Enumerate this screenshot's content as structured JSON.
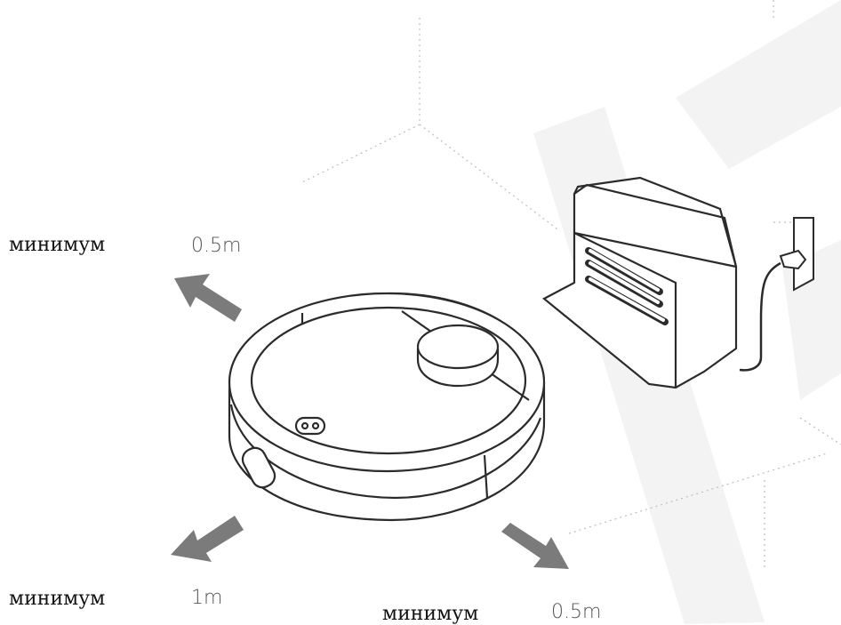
{
  "labels": {
    "back_left": {
      "word": "минимум",
      "distance": "0.5m"
    },
    "front_left": {
      "word": "минимум",
      "distance": "1m"
    },
    "front_right": {
      "word": "минимум",
      "distance": "0.5m"
    }
  },
  "icons": [
    "arrow-icon",
    "robot-vacuum-icon",
    "charging-dock-icon",
    "power-outlet-icon"
  ],
  "colors": {
    "arrow": "#7b7b7b",
    "outline": "#2b2b2b",
    "guide": "#bdbdbd",
    "watermark": "#f2f2f2"
  }
}
